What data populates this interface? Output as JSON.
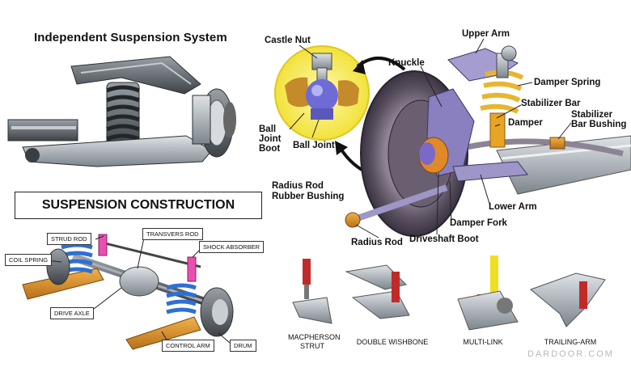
{
  "titles": {
    "main": "Independent Suspension System",
    "construction": "SUSPENSION CONSTRUCTION"
  },
  "main_labels": {
    "castle_nut": "Castle Nut",
    "ball_joint_boot_1": "Ball",
    "ball_joint_boot_2": "Joint",
    "ball_joint_boot_3": "Boot",
    "ball_joint": "Ball Joint",
    "upper_arm": "Upper Arm",
    "knuckle": "Knuckle",
    "damper_spring": "Damper Spring",
    "stabilizer_bar": "Stabilizer Bar",
    "stabilizer_bushing_1": "Stabilizer",
    "stabilizer_bushing_2": "Bar Bushing",
    "damper": "Damper",
    "radius_rod_bushing_1": "Radius Rod",
    "radius_rod_bushing_2": "Rubber Bushing",
    "lower_arm": "Lower Arm",
    "damper_fork": "Damper Fork",
    "radius_rod": "Radius Rod",
    "driveshaft_boot": "Driveshaft Boot"
  },
  "construction_tags": {
    "strud_rod": "STRUD ROD",
    "transvers_rod": "TRANSVERS ROD",
    "coil_spring": "COIL SPRING",
    "shock_absorber": "SHOCK ABSORBER",
    "drive_axle": "DRIVE AXLE",
    "control_arm": "CONTROL ARM",
    "drum": "DRUM"
  },
  "types": {
    "macpherson_1": "MACPHERSON",
    "macpherson_2": "STRUT",
    "double_wishbone": "DOUBLE WISHBONE",
    "multi_link": "MULTI-LINK",
    "trailing_arm": "TRAILING-ARM"
  },
  "watermark": "DARDOOR.COM",
  "colors": {
    "spring_yellow": "#e8b531",
    "boot_purple": "#7b68c8",
    "tire_dark": "#4e4552",
    "arm_orange": "#d9952b",
    "spring_blue": "#2f6fd4",
    "shock_pink": "#e84fb0",
    "strut_red": "#c22a2a",
    "steel_gray": "#a9b0b8"
  }
}
